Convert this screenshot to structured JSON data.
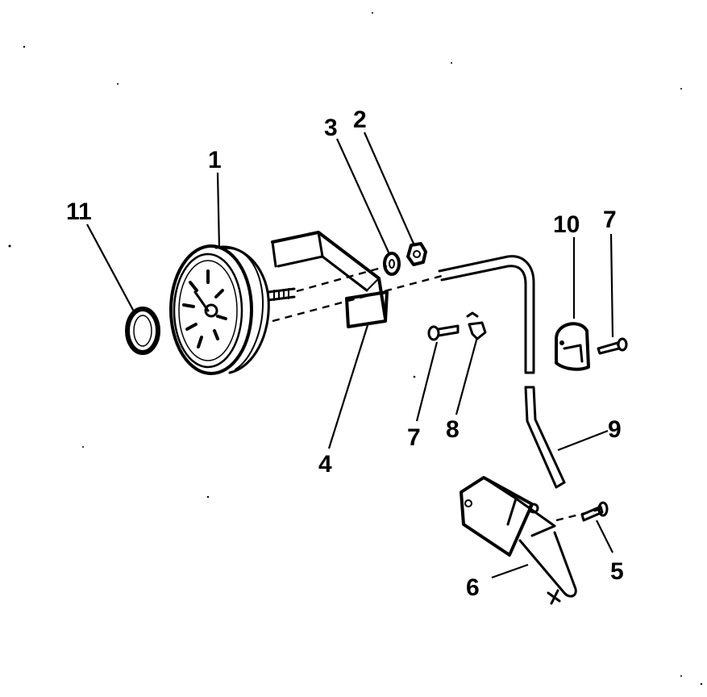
{
  "callouts": [
    {
      "id": "c1",
      "label": "1",
      "part": "gauge"
    },
    {
      "id": "c2",
      "label": "2",
      "part": "nut"
    },
    {
      "id": "c3",
      "label": "3",
      "part": "lock-washer"
    },
    {
      "id": "c4",
      "label": "4",
      "part": "mounting-bracket"
    },
    {
      "id": "c5",
      "label": "5",
      "part": "screw"
    },
    {
      "id": "c6",
      "label": "6",
      "part": "sender-clip"
    },
    {
      "id": "c7a",
      "label": "7",
      "part": "screw"
    },
    {
      "id": "c7b",
      "label": "7",
      "part": "screw"
    },
    {
      "id": "c8",
      "label": "8",
      "part": "clamp"
    },
    {
      "id": "c9",
      "label": "9",
      "part": "tube"
    },
    {
      "id": "c10",
      "label": "10",
      "part": "retainer"
    },
    {
      "id": "c11",
      "label": "11",
      "part": "o-ring"
    }
  ],
  "colors": {
    "ink": "#000000",
    "paper": "#ffffff"
  }
}
